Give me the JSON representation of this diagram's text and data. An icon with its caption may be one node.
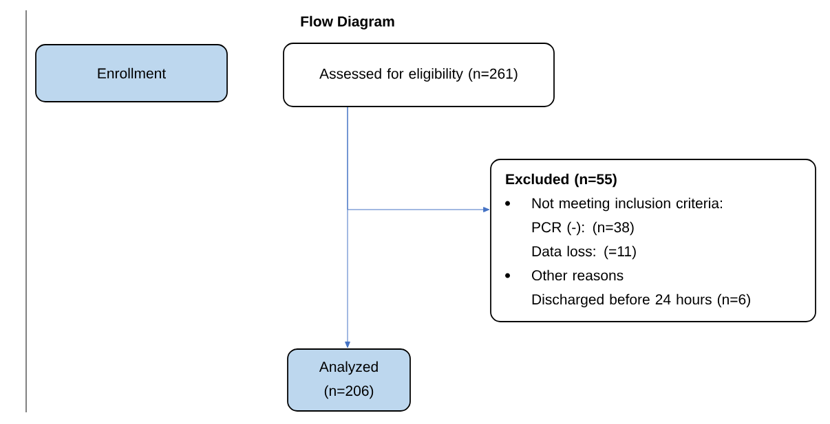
{
  "diagram": {
    "title": "Flow Diagram",
    "nodes": [
      {
        "text": [
          "Enrollment"
        ]
      },
      {
        "text": [
          "Assessed for eligibility (n=261)"
        ]
      },
      {
        "text": [
          "Excluded (n=55)",
          "Not meeting inclusion criteria:",
          "PCR (-): (n=38)",
          "Data loss: (=11)",
          "Other reasons",
          "Discharged before 24 hours (n=6)"
        ]
      },
      {
        "text": [
          "Analyzed (n=206)"
        ]
      }
    ],
    "edges": [
      {
        "from": 1,
        "to": 3,
        "arrow": "to"
      },
      {
        "from": 1,
        "to": 2,
        "arrow": "to"
      }
    ]
  }
}
